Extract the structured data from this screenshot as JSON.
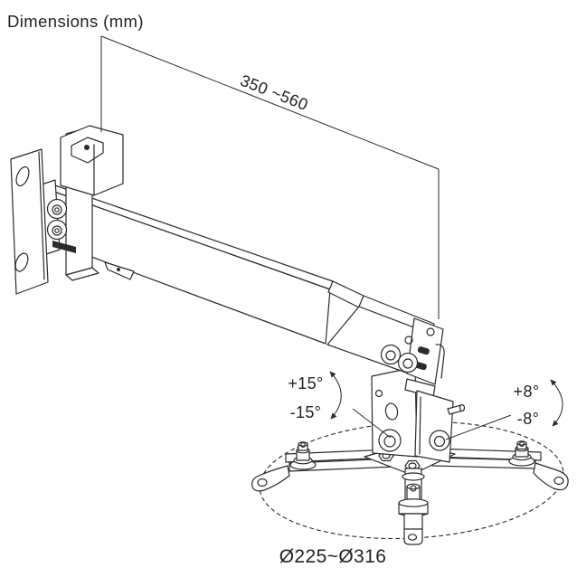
{
  "page_title": "Dimensions (mm)",
  "colors": {
    "line": "#2b2b2b",
    "text": "#232323",
    "background": "#ffffff"
  },
  "drawing": {
    "subject": "projector mount bracket: wall plate, telescoping arm, tilting head, spider base",
    "labels": {
      "arm_length_range": "350 ~560",
      "tilt_up": "+15°",
      "tilt_down": "-15°",
      "swivel_up": "+8°",
      "swivel_down": "-8°",
      "base_diameter_range": "Ø225~Ø316"
    }
  }
}
